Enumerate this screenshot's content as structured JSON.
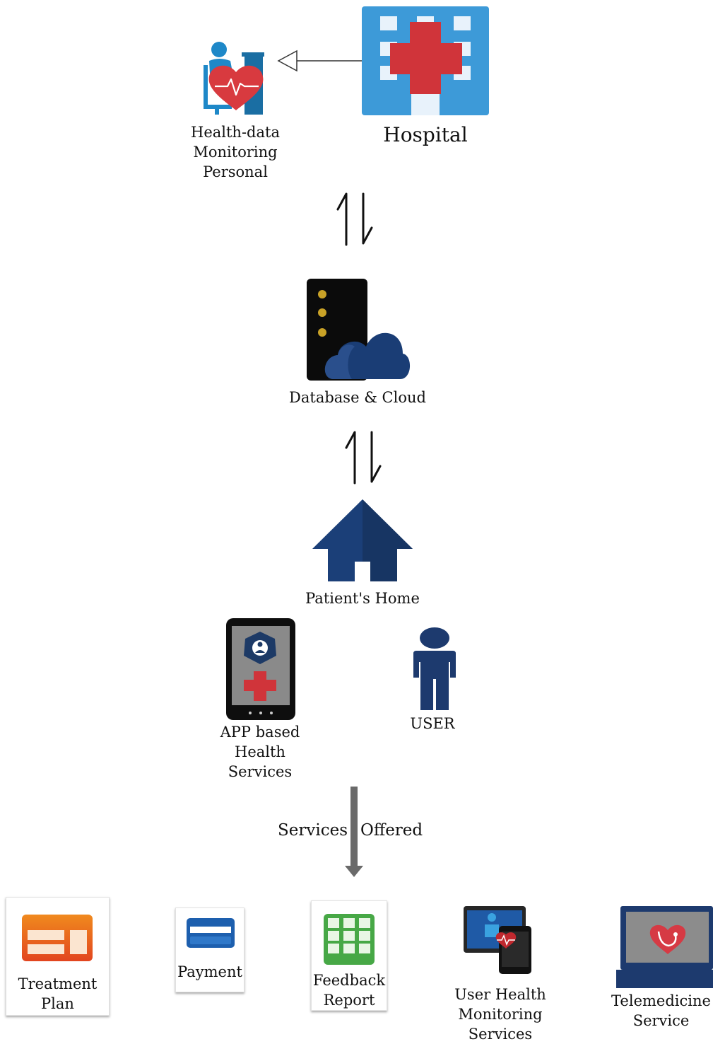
{
  "nodes": {
    "monitoring": "Health-data\nMonitoring\nPersonal",
    "hospital": "Hospital",
    "database": "Database & Cloud",
    "home": "Patient's Home",
    "app": "APP based\nHealth\nServices",
    "user": "USER"
  },
  "services_arrow": {
    "left": "Services",
    "right": "Offered"
  },
  "services": {
    "treatment": "Treatment\nPlan",
    "payment": "Payment",
    "feedback": "Feedback\nReport",
    "user_health": "User Health\nMonitoring\nServices",
    "telemedicine": "Telemedicine\nService"
  },
  "icons": [
    "monitoring-person-heart-icon",
    "hospital-icon",
    "database-cloud-icon",
    "house-icon",
    "tablet-app-icon",
    "user-icon",
    "treatment-plan-icon",
    "payment-card-icon",
    "feedback-grid-icon",
    "device-monitoring-icon",
    "telemedicine-laptop-icon"
  ],
  "colors": {
    "hospital_blue": "#3d9ad8",
    "red_cross": "#d0343a",
    "navy": "#163a6e",
    "dark_navy": "#1d3a66",
    "green": "#4caf50",
    "orange": "#e8531e"
  }
}
